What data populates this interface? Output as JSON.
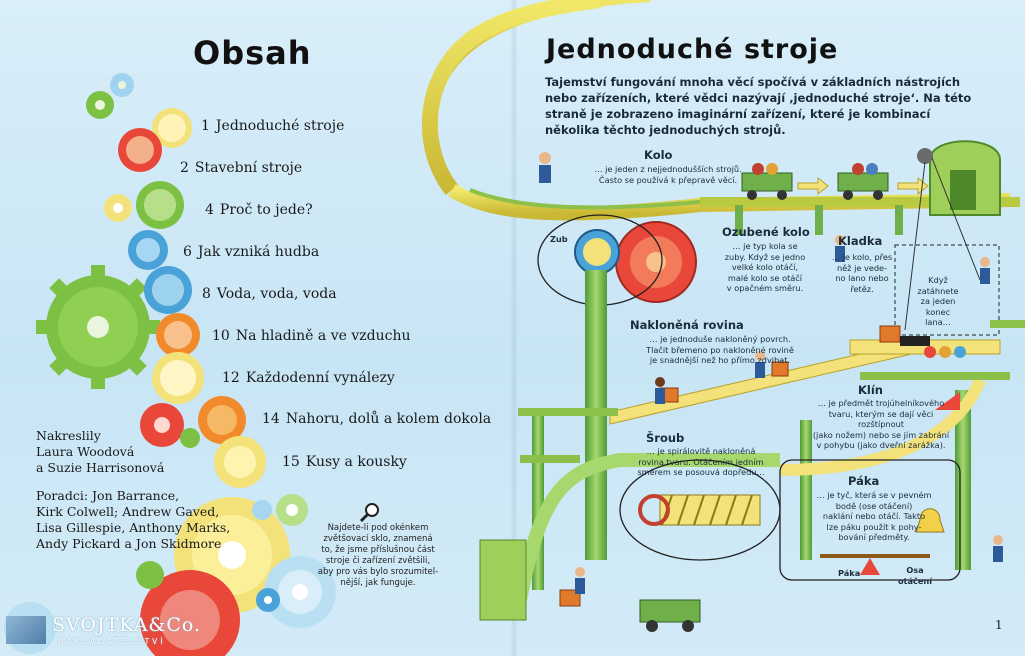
{
  "left_page": {
    "title": "Obsah",
    "toc": [
      {
        "num": "1",
        "label": "Jednoduché stroje"
      },
      {
        "num": "2",
        "label": "Stavební stroje"
      },
      {
        "num": "4",
        "label": "Proč to jede?"
      },
      {
        "num": "6",
        "label": "Jak vzniká hudba"
      },
      {
        "num": "8",
        "label": "Voda, voda, voda"
      },
      {
        "num": "10",
        "label": "Na hladině a ve vzduchu"
      },
      {
        "num": "12",
        "label": "Každodenní vynálezy"
      },
      {
        "num": "14",
        "label": "Nahoru, dolů a kolem dokola"
      },
      {
        "num": "15",
        "label": "Kusy a kousky"
      }
    ],
    "illustrators": [
      "Nakreslily",
      "Laura Woodová",
      "a Suzie Harrisonová"
    ],
    "advisers": [
      "Poradci: Jon Barrance,",
      "Kirk Colwell; Andrew Gaved,",
      "Lisa Gillespie, Anthony Marks,",
      "Andy Pickard a Jon Skidmore"
    ],
    "magnifier_note": [
      "Najdete-li pod okénkem",
      "zvětšovací sklo, znamená",
      "to, že jsme příslušnou část",
      "stroje či zařízení zvětšili,",
      "aby pro vás bylo srozumitel-",
      "nější, jak funguje."
    ],
    "publisher": {
      "name": "SVOJTKA&Co.",
      "sub": "NAKLADATELSTVÍ"
    }
  },
  "right_page": {
    "title": "Jednoduché stroje",
    "intro": "Tajemství fungování mnoha věcí spočívá v základních nástrojích nebo zařízeních, které vědci nazývají ‚jednoduché stroje‘. Na této straně je zobrazeno imaginární zařízení, které je kombinací několika těchto jednoduchých strojů.",
    "page_number": "1",
    "labels": {
      "kolo": {
        "title": "Kolo",
        "text": [
          "… je jeden z nejjednodušších strojů.",
          "Často se používá k přepravě věcí."
        ]
      },
      "ozubene": {
        "title": "Ozubené kolo",
        "text": [
          "… je typ kola se",
          "zuby. Když se jedno",
          "velké kolo otáčí,",
          "malé kolo se otáčí",
          "v opačném směru."
        ]
      },
      "zub": "Zub",
      "kladka": {
        "title": "Kladka",
        "text": [
          "… je kolo, přes",
          "něž je vede-",
          "no lano nebo",
          "řetěz."
        ]
      },
      "kladka_note": [
        "Když",
        "zatáhnete",
        "za jeden",
        "konec",
        "lana…"
      ],
      "naklonena": {
        "title": "Nakloněná rovina",
        "text": [
          "… je jednoduše nakloněný povrch.",
          "Tlačit břemeno po nakloněné rovině",
          "je snadnější než ho přímo zdvihat."
        ]
      },
      "klin": {
        "title": "Klín",
        "text": [
          "… je předmět trojúhelníkového",
          "tvaru, kterým se dají věci rozštípnout",
          "(jako nožem) nebo se jím zabrání",
          "v pohybu (jako dveřní zarážka)."
        ]
      },
      "sroub": {
        "title": "Šroub",
        "text": [
          "… je spirálovitě nakloněná",
          "rovina tvaru. Otáčením jedním",
          "směrem se posouvá dopředu…"
        ]
      },
      "paka": {
        "title": "Páka",
        "text": [
          "… je tyč, která se v pevném",
          "bodě (ose otáčení)",
          "naklání nebo otáčí. Takto",
          "lze páku použít k pohy-",
          "bování předměty."
        ]
      },
      "paka_small": "Páka",
      "osa_small": [
        "Osa",
        "otáčení"
      ]
    }
  },
  "colors": {
    "sky": "#d6ecf7",
    "track_yellow": "#e8d84a",
    "track_green": "#6fb04a",
    "gear_red": "#e8473a",
    "gear_orange": "#f08a2a",
    "gear_green": "#7cc143",
    "gear_blue": "#4aa3d8"
  }
}
